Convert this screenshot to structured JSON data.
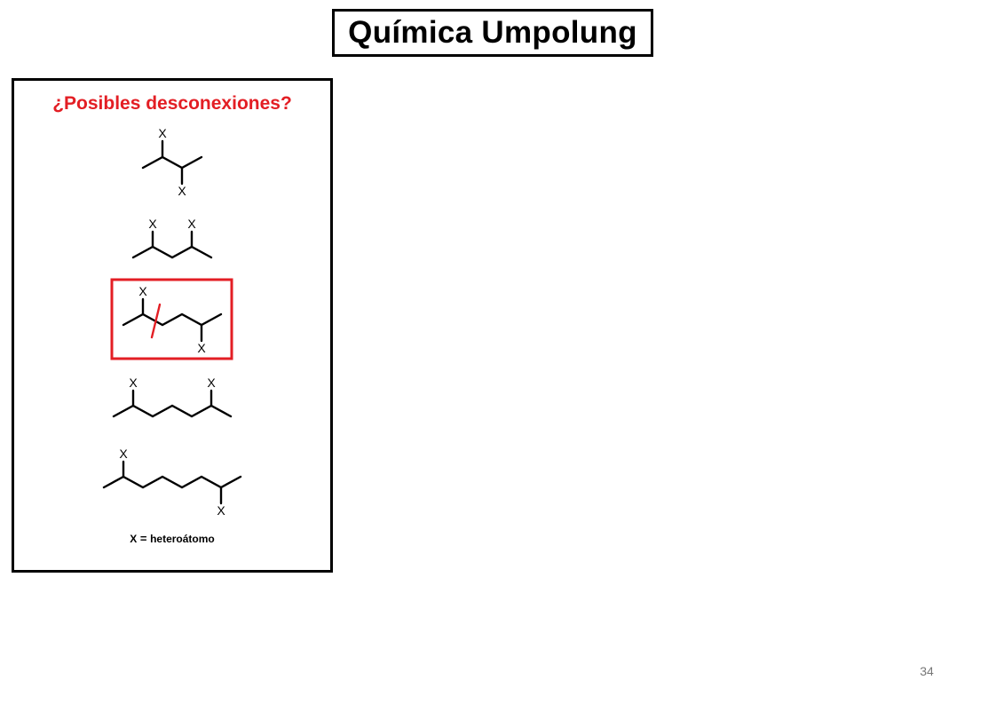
{
  "slide": {
    "title": "Química Umpolung",
    "page_number": "34"
  },
  "panel": {
    "heading": "¿Posibles desconexiones?",
    "heading_color": "#e31e24",
    "atom_label": "X",
    "legend": {
      "symbol": "X",
      "equals": " = ",
      "text": "heteroátomo"
    }
  },
  "colors": {
    "highlight": "#e31e24",
    "bond": "#000000"
  }
}
